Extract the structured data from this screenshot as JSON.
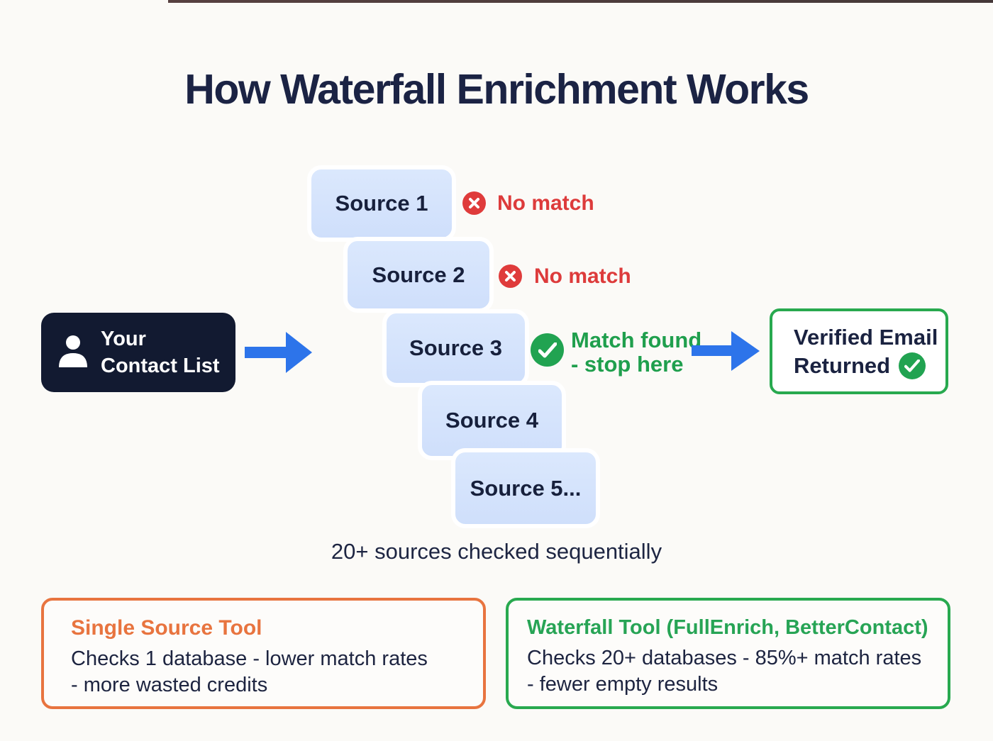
{
  "page": {
    "title": "How Waterfall Enrichment Works"
  },
  "flow": {
    "input": {
      "line1": "Your",
      "line2": "Contact List",
      "icon": "person-icon"
    },
    "sources": [
      {
        "label": "Source 1",
        "status": "no-match",
        "status_label": "No match"
      },
      {
        "label": "Source 2",
        "status": "no-match",
        "status_label": "No match"
      },
      {
        "label": "Source 3",
        "status": "match",
        "status_line1": "Match found",
        "status_line2": "- stop here"
      },
      {
        "label": "Source 4",
        "status": "none"
      },
      {
        "label": "Source 5...",
        "status": "none"
      }
    ],
    "caption": "20+ sources checked sequentially",
    "output": {
      "line1": "Verified Email",
      "line2": "Returned",
      "icon": "check-circle-icon"
    }
  },
  "comparison": {
    "single": {
      "heading": "Single Source Tool",
      "line1": "Checks 1 database - lower match rates",
      "line2": "- more wasted credits"
    },
    "waterfall": {
      "heading": "Waterfall Tool (FullEnrich, BetterContact)",
      "line1": "Checks 20+ databases - 85%+ match rates",
      "line2": "- fewer empty results"
    }
  },
  "colors": {
    "background": "#fbfaf7",
    "title_navy": "#1b2344",
    "dark_node": "#121a31",
    "source_card_blue": "#d6e4fb",
    "arrow_blue": "#2d74ea",
    "error_red": "#df3b3b",
    "success_green": "#21a351",
    "single_orange": "#e8743f",
    "waterfall_green": "#28a94f",
    "body_navy": "#1d2440"
  }
}
